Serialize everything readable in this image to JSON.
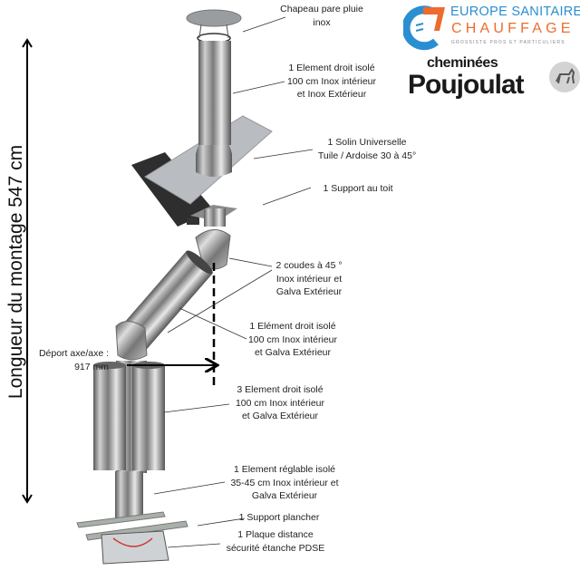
{
  "logos": {
    "europe_sanitaire": {
      "line1": "EUROPE SANITAIRE",
      "line2": "CHAUFFAGE",
      "tagline": "GROSSISTE PROS ET PARTICULIERS",
      "colors": {
        "blue": "#2a8fd0",
        "orange": "#ee6b2f"
      }
    },
    "poujoulat": {
      "line1": "cheminées",
      "line2": "Poujoulat"
    }
  },
  "dimension": {
    "vertical_label": "Longueur du montage  547 cm",
    "offset_label": [
      "Déport axe/axe :",
      "917 mm"
    ]
  },
  "components": [
    {
      "id": "chapeau",
      "lines": [
        "Chapeau pare pluie",
        "inox"
      ]
    },
    {
      "id": "element-top",
      "lines": [
        "1 Element droit isolé",
        "100 cm Inox intérieur",
        "et Inox Extérieur"
      ]
    },
    {
      "id": "solin",
      "lines": [
        "1 Solin Universelle",
        "Tuile / Ardoise 30 à 45°"
      ]
    },
    {
      "id": "support-toit",
      "lines": [
        "1 Support au toit"
      ]
    },
    {
      "id": "coudes",
      "lines": [
        "2 coudes à 45 °",
        "Inox intérieur et",
        "Galva Extérieur"
      ]
    },
    {
      "id": "element-angle",
      "lines": [
        "1 Elément droit isolé",
        "100 cm Inox intérieur",
        "et Galva Extérieur"
      ]
    },
    {
      "id": "elements-3",
      "lines": [
        "3 Element droit isolé",
        "100 cm Inox intérieur",
        "et Galva Extérieur"
      ]
    },
    {
      "id": "reglable",
      "lines": [
        "1 Element réglable isolé",
        "35-45 cm Inox intérieur et",
        "Galva Extérieur"
      ]
    },
    {
      "id": "support-plancher",
      "lines": [
        "1 Support plancher"
      ]
    },
    {
      "id": "plaque",
      "lines": [
        "1 Plaque distance",
        "sécurité étanche PDSE"
      ]
    }
  ]
}
